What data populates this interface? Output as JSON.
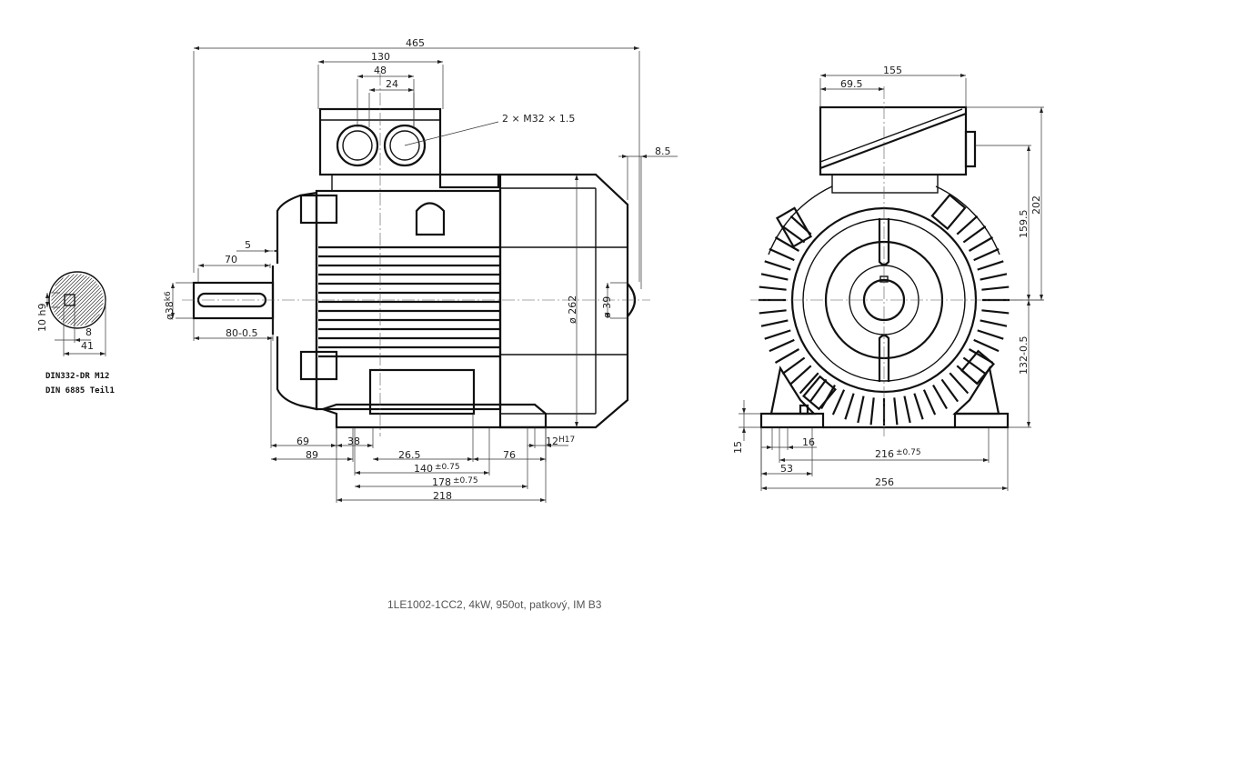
{
  "caption": "1LE1002-1CC2, 4kW, 950ot, patkový, IM B3",
  "notes": {
    "center_hole": "DIN332-DR M12",
    "key_standard": "DIN 6885 Teil1"
  },
  "key_section": {
    "key_height": "10 h9",
    "key_width": "8",
    "shaft_key_depth": "41"
  },
  "side_view": {
    "overall_length": "465",
    "terminal_box_width": "130",
    "gland_spacing": "48",
    "gland_offset": "24",
    "cable_glands": "2 × M32 × 1.5",
    "cap_protrusion": "8.5",
    "shaft_shoulder": "5",
    "keyway_length": "70",
    "shaft_diameter": "ø38",
    "shaft_tolerance": "k6",
    "shaft_length": "80-0.5",
    "fan_cover_diameter": "ø 262",
    "cap_diameter": "ø 39",
    "dim_69": "69",
    "dim_38": "38",
    "dim_89": "89",
    "dim_26_5": "26.5",
    "dim_76": "76",
    "foot_hole": "12",
    "foot_hole_tolerance": "H17",
    "foot_spacing_1": "140",
    "foot_spacing_1_tol": "±0.75",
    "foot_spacing_2": "178",
    "foot_spacing_2_tol": "±0.75",
    "foot_length": "218"
  },
  "end_view": {
    "terminal_box_width": "155",
    "terminal_box_offset": "69.5",
    "total_height_above_axis": "202",
    "box_height_above_axis": "159.5",
    "shaft_height": "132-0.5",
    "foot_thickness": "15",
    "foot_hole_offset": "16",
    "foot_spacing": "216",
    "foot_spacing_tol": "±0.75",
    "foot_width": "53",
    "overall_width": "256"
  }
}
